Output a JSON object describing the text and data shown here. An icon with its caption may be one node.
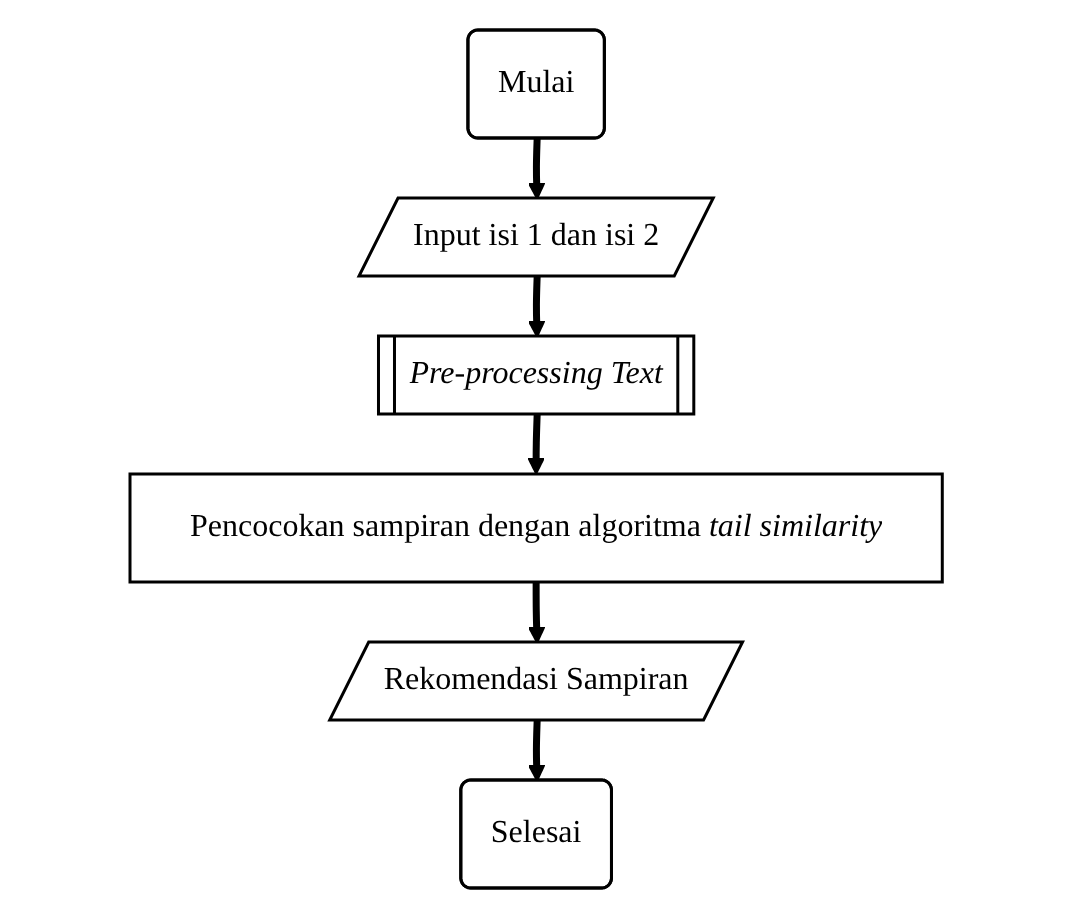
{
  "diagram": {
    "nodes": [
      {
        "text": [
          "Mulai"
        ]
      },
      {
        "text": [
          "Input isi 1 dan isi 2"
        ]
      },
      {
        "text": [
          "Pre-processing Text"
        ]
      },
      {
        "text": [
          "Pencocokan sampiran dengan algoritma *tail similarity*"
        ]
      },
      {
        "text": [
          "Rekomendasi Sampiran"
        ]
      },
      {
        "text": [
          "Selesai"
        ]
      }
    ],
    "edges": [
      {
        "from": 0,
        "to": 1,
        "arrow": "to"
      },
      {
        "from": 1,
        "to": 2,
        "arrow": "to"
      },
      {
        "from": 2,
        "to": 3,
        "arrow": "to"
      },
      {
        "from": 3,
        "to": 4,
        "arrow": "to"
      },
      {
        "from": 4,
        "to": 5,
        "arrow": "to"
      }
    ]
  }
}
